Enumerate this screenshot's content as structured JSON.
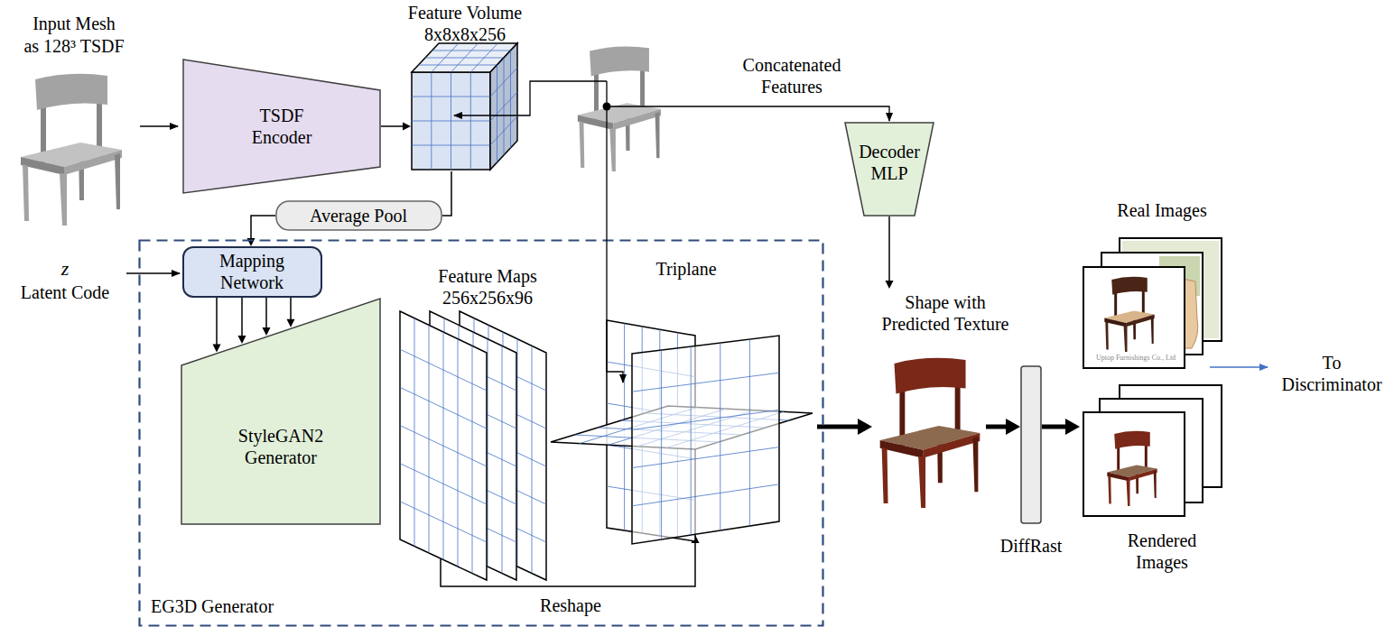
{
  "diagram": {
    "nodes": [
      {
        "text": [
          "TSDF Encoder"
        ]
      },
      {
        "text": [
          "Feature Volume 8x8x8x256"
        ]
      },
      {
        "text": [
          "Average Pool"
        ]
      },
      {
        "text": [
          "EG3D Generator"
        ]
      },
      {
        "text": [
          "Mapping Network"
        ],
        "in": 3
      },
      {
        "text": [
          "StyleGAN2 Generator"
        ],
        "in": 3
      },
      {
        "text": [
          "Feature Maps 256x256x96"
        ],
        "in": 3
      },
      {
        "text": [
          "Triplane"
        ],
        "in": 3
      },
      {
        "text": [
          "Decoder MLP"
        ]
      },
      {
        "text": [
          "Shape with Predicted Texture"
        ]
      },
      {
        "text": [
          "DiffRast"
        ]
      },
      {
        "text": [
          "Real Images"
        ]
      },
      {
        "text": [
          "Rendered Images"
        ]
      }
    ],
    "edges": [
      {
        "from": 0,
        "to": 1,
        "arrow": "to"
      },
      {
        "from": 1,
        "to": 2,
        "arrow": "none"
      },
      {
        "from": 2,
        "to": 4,
        "arrow": "to"
      },
      {
        "from": 4,
        "to": 5,
        "arrow": "to"
      },
      {
        "from": 6,
        "to": 7,
        "label": "Reshape",
        "arrow": "to"
      },
      {
        "from": 8,
        "to": 9,
        "arrow": "to"
      },
      {
        "from": 7,
        "to": 9,
        "arrow": "to"
      },
      {
        "from": 9,
        "to": 10,
        "arrow": "to"
      },
      {
        "from": 10,
        "to": 12,
        "arrow": "to"
      }
    ],
    "labels": [
      "Input Mesh",
      "as 128³ TSDF",
      "z",
      "Latent Code",
      "Concatenated Features",
      "Uptop Furnishings Co., Ltd",
      "To Discriminator"
    ]
  }
}
